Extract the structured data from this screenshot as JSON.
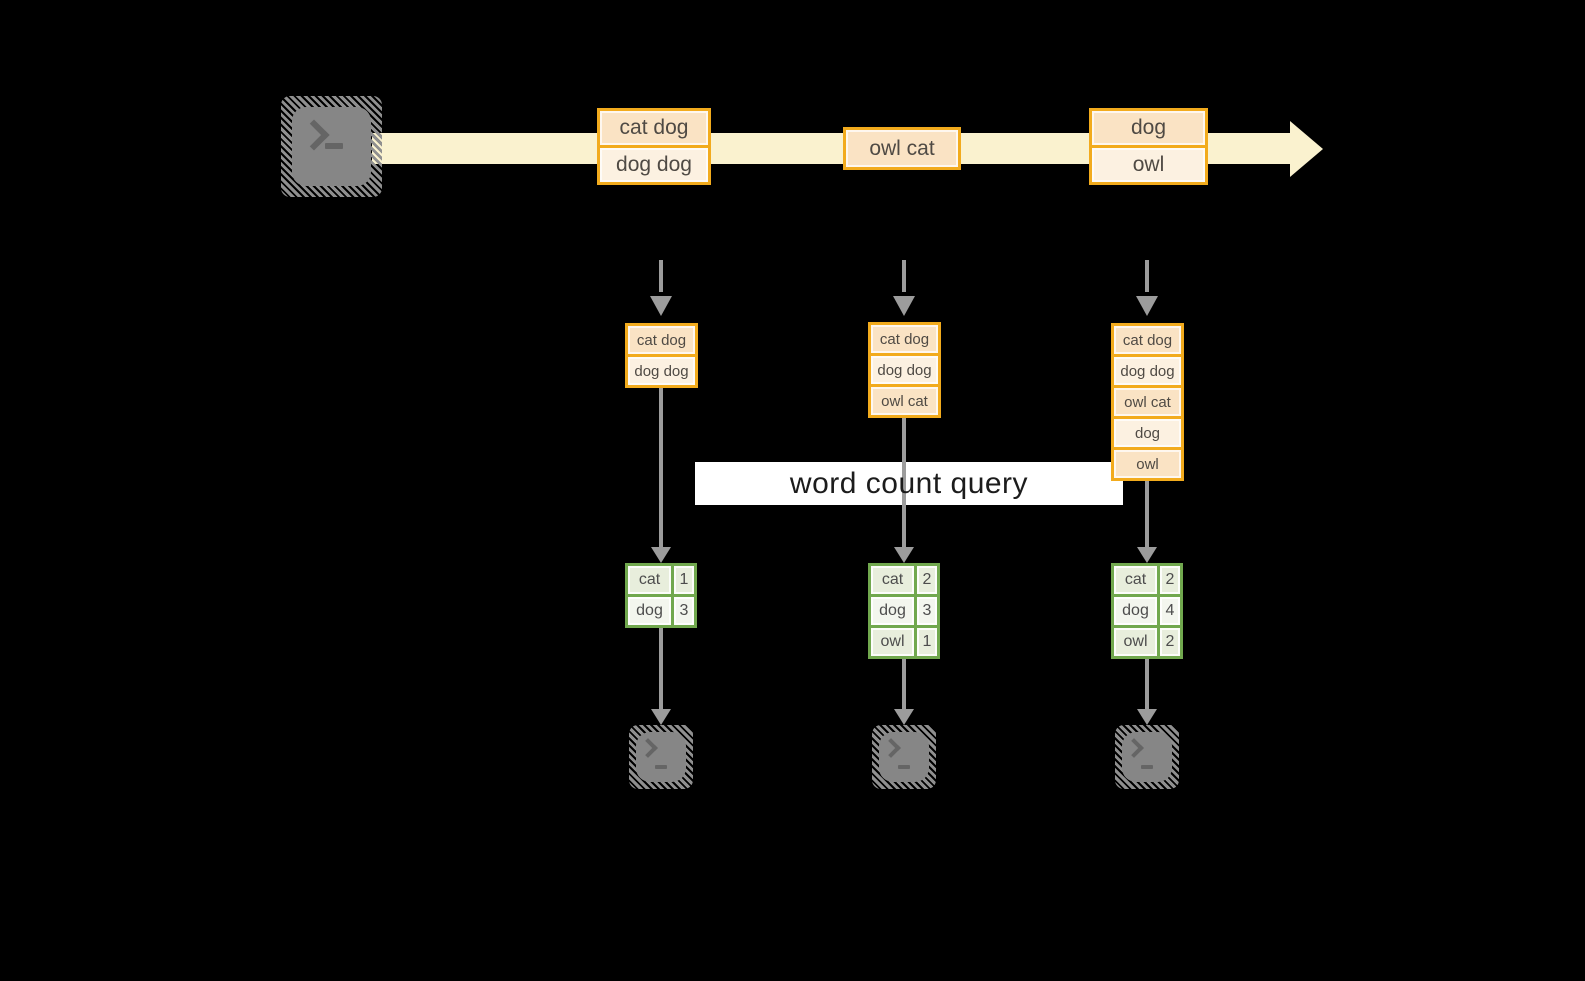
{
  "query_label": "word count query",
  "icons": {
    "source": "terminal-icon",
    "output": "terminal-icon"
  },
  "colors": {
    "orange_border": "#F2AB1D",
    "orange_fill_dark": "#FAE3C4",
    "orange_fill_light": "#FCF1E1",
    "green_border": "#71A84E",
    "green_fill_dark": "#E8EEDC",
    "green_fill_light": "#F3F6EE",
    "stream_fill": "#FAF2CF",
    "arrow_gray": "#9C9C9C",
    "query_band_bg": "#FFFFFF"
  },
  "stream": {
    "batches": [
      {
        "lines": [
          "cat dog",
          "dog dog"
        ]
      },
      {
        "lines": [
          "owl cat"
        ]
      },
      {
        "lines": [
          "dog",
          "owl"
        ]
      }
    ]
  },
  "columns": [
    {
      "input_lines": [
        "cat dog",
        "dog dog"
      ],
      "counts": [
        {
          "word": "cat",
          "count": "1"
        },
        {
          "word": "dog",
          "count": "3"
        }
      ]
    },
    {
      "input_lines": [
        "cat dog",
        "dog dog",
        "owl cat"
      ],
      "counts": [
        {
          "word": "cat",
          "count": "2"
        },
        {
          "word": "dog",
          "count": "3"
        },
        {
          "word": "owl",
          "count": "1"
        }
      ]
    },
    {
      "input_lines": [
        "cat dog",
        "dog dog",
        "owl cat",
        "dog",
        "owl"
      ],
      "counts": [
        {
          "word": "cat",
          "count": "2"
        },
        {
          "word": "dog",
          "count": "4"
        },
        {
          "word": "owl",
          "count": "2"
        }
      ]
    }
  ]
}
